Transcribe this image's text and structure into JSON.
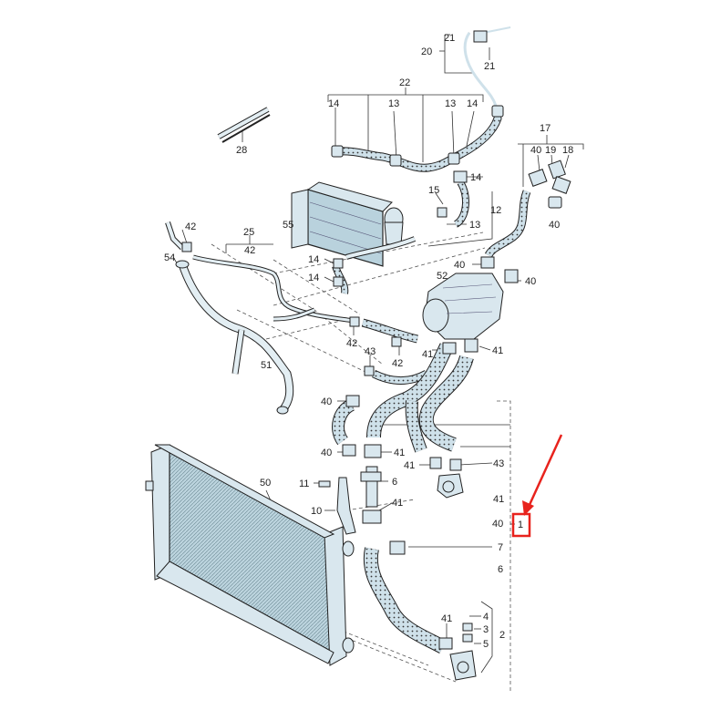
{
  "colors": {
    "background": "#ffffff",
    "line": "#222222",
    "part_fill": "#cfe1ea",
    "highlight": "#e8231d"
  },
  "highlighted_callout": "1",
  "callouts": {
    "c21a": "21",
    "c20": "20",
    "c21b": "21",
    "c22": "22",
    "c14a": "14",
    "c13a": "13",
    "c13b": "13",
    "c14b": "14",
    "c17": "17",
    "c40a": "40",
    "c19": "19",
    "c18": "18",
    "c28": "28",
    "c14c": "14",
    "c15": "15",
    "c12": "12",
    "c13c": "13",
    "c55": "55",
    "c42a": "42",
    "c54": "54",
    "c40b": "40",
    "c25": "25",
    "c42b": "42",
    "c14d": "14",
    "c14e": "14",
    "c40c": "40",
    "c40d": "40",
    "c52": "52",
    "c42c": "42",
    "c43a": "43",
    "c42d": "42",
    "c41a": "41",
    "c41b": "41",
    "c51": "51",
    "c40e": "40",
    "c40f": "40",
    "c41c": "41",
    "c41d": "41",
    "c43b": "43",
    "c50": "50",
    "c11": "11",
    "c6a": "6",
    "c41e": "41",
    "c10": "10",
    "c41f": "41",
    "c40g": "40",
    "c1": "1",
    "c7": "7",
    "c6b": "6",
    "c41g": "41",
    "c4": "4",
    "c3": "3",
    "c5": "5",
    "c2": "2"
  }
}
